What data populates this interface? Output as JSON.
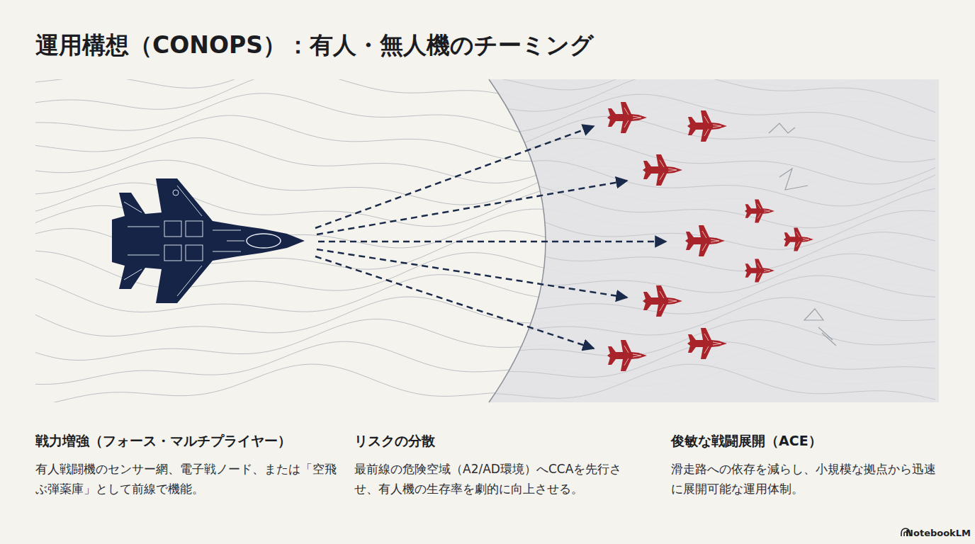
{
  "diagram": {
    "title": "運用構想（CONOPS）：有人・無人機のチーミング",
    "labels": [
      "戦力増強（フォース・マルチプライヤー）",
      "有人戦闘機のセンサー網、電子戦ノード、または「空飛ぶ弾薬庫」として前線で機能。",
      "リスクの分散",
      "最前線の危険空域（A2/AD環境）へCCAを先行させ、有人機の生存率を劇的に向上させる。",
      "俊敏な戦闘展開（ACE）",
      "滑走路への依存を減らし、小規模な拠点から迅速に展開可能な運用体制。",
      "NotebookLM"
    ]
  }
}
